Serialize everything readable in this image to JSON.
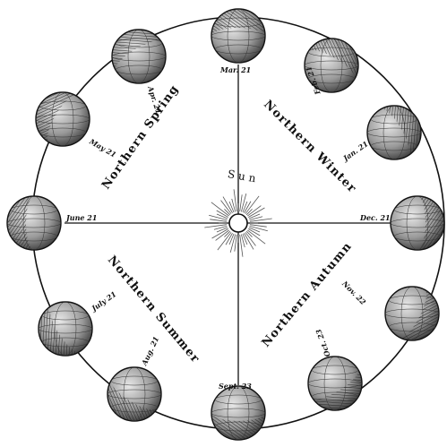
{
  "diagram": {
    "sun_label": "Sun",
    "seasons": {
      "spring": "Northern Spring",
      "winter": "Northern Winter",
      "summer": "Northern Summer",
      "autumn": "Northern Autumn"
    },
    "dates": {
      "mar21": "Mar. 21",
      "apr": "Apr. 21",
      "may": "May 21",
      "june21": "June 21",
      "july": "July 21",
      "aug": "Aug. 21",
      "sept23": "Sept. 23",
      "oct": "Oct. 23",
      "nov": "Nov. 22",
      "dec21": "Dec. 21",
      "jan": "Jan. 21",
      "feb": "Feb. 21"
    }
  }
}
